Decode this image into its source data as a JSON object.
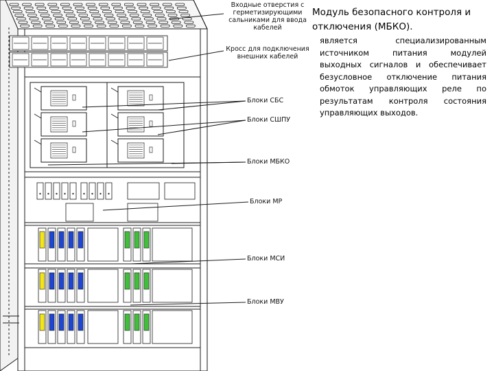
{
  "title": "Модуль безопасного контроля и отключения (МБКО).",
  "description": "является специализированным источником питания модулей выходных сигналов и обеспечивает безусловное отключение питания обмоток управляющих реле по результатам контроля состояния управляющих выходов.",
  "callouts": {
    "inlets": "Входные отверстия с\nгерметизирующими\nсальниками для ввода\nкабелей",
    "cross": "Кросс для подключения\nвнешних кабелей",
    "sbs": "Блоки СБС",
    "sppu": "Блоки СШПУ",
    "mbko": "Блоки МБКО",
    "mr": "Блоки МР",
    "msi": "Блоки МСИ",
    "mvu": "Блоки МВУ"
  },
  "colors": {
    "line": "#1a1a1a",
    "panel": "#ffffff",
    "module_yellow": "#f2e51c",
    "module_blue": "#1e46d2",
    "module_green": "#3fbf3a",
    "side": "#f2f2f2"
  }
}
